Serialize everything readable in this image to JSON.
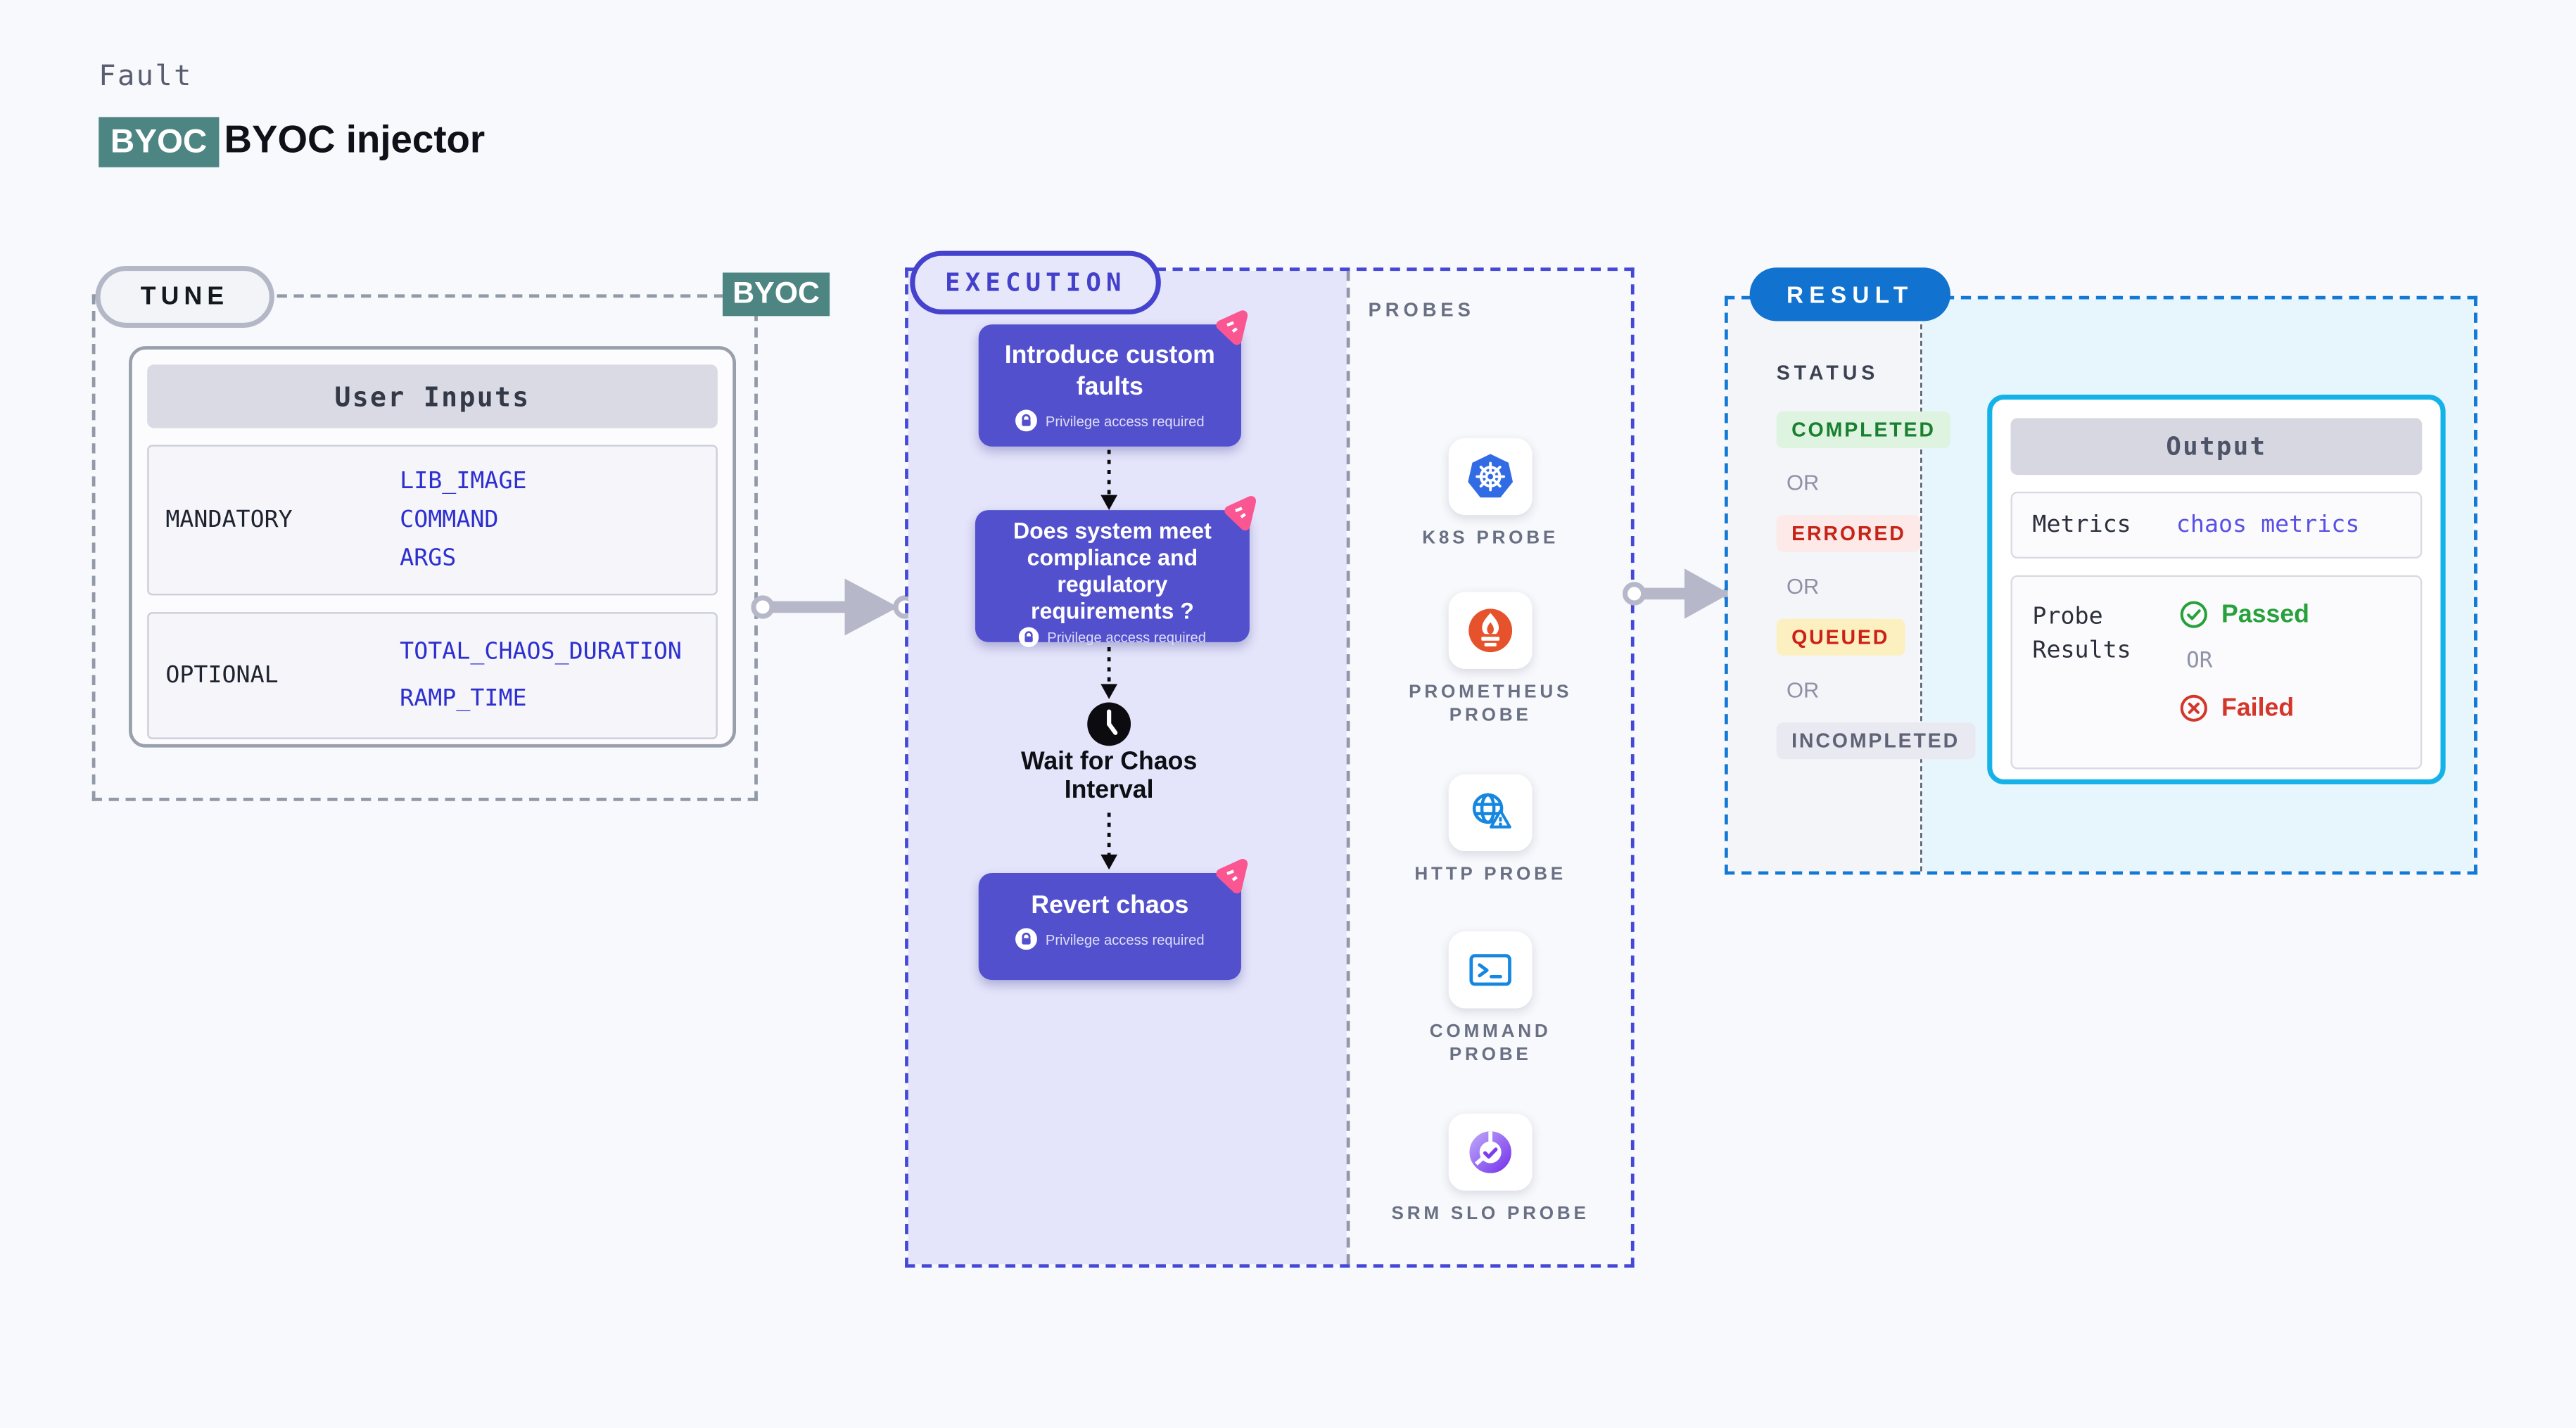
{
  "header": {
    "eyebrow": "Fault",
    "badge": "BYOC",
    "title": "BYOC injector"
  },
  "tune": {
    "pill": "TUNE",
    "corner_badge": "BYOC",
    "card": {
      "title": "User Inputs",
      "rows": [
        {
          "label": "MANDATORY",
          "params": [
            "LIB_IMAGE",
            "COMMAND",
            "ARGS"
          ]
        },
        {
          "label": "OPTIONAL",
          "params": [
            "TOTAL_CHAOS_DURATION",
            "RAMP_TIME"
          ]
        }
      ]
    }
  },
  "execution": {
    "pill": "EXECUTION",
    "nodes": [
      {
        "title": "Introduce custom faults",
        "note": "Privilege access required"
      },
      {
        "title": "Does system meet compliance and regulatory requirements ?",
        "note": "Privilege access required"
      },
      {
        "title": "Revert chaos",
        "note": "Privilege access required"
      }
    ],
    "wait_label": "Wait for Chaos Interval",
    "probes_title": "PROBES",
    "probes": [
      {
        "icon": "kubernetes-icon",
        "label": "K8S PROBE"
      },
      {
        "icon": "prometheus-icon",
        "label": "PROMETHEUS PROBE"
      },
      {
        "icon": "http-globe-icon",
        "label": "HTTP PROBE"
      },
      {
        "icon": "terminal-icon",
        "label": "COMMAND PROBE"
      },
      {
        "icon": "slo-donut-icon",
        "label": "SRM SLO PROBE"
      }
    ]
  },
  "result": {
    "pill": "RESULT",
    "status_title": "STATUS",
    "or_label": "OR",
    "statuses": [
      {
        "label": "COMPLETED",
        "bg": "#def3e0",
        "color": "#1a8030"
      },
      {
        "label": "ERRORED",
        "bg": "#fce9e8",
        "color": "#c62417"
      },
      {
        "label": "QUEUED",
        "bg": "#fdf0c0",
        "color": "#cc2017"
      },
      {
        "label": "INCOMPLETED",
        "bg": "#e9eaf1",
        "color": "#5f6377"
      }
    ],
    "output": {
      "title": "Output",
      "metrics_label": "Metrics",
      "metrics_value": "chaos metrics",
      "probe_results_label": "Probe Results",
      "passed": "Passed",
      "or": "OR",
      "failed": "Failed"
    }
  },
  "colors": {
    "page_bg": "#f8f9fc",
    "byoc_teal": "#4d8583",
    "node_purple": "#5250cd",
    "execution_indigo": "#4548d6",
    "execution_bg": "#e4e4fa",
    "chaos_pink": "#fa5792",
    "result_blue": "#1272d0",
    "output_border_cyan": "#15b2e9",
    "result_area_cyan": "#e7f6fc",
    "param_blue": "#2d2fd0",
    "kubernetes_blue": "#326ce5",
    "prometheus_orange": "#e6522c",
    "probe_icon_blue": "#1687e0",
    "slo_purple": "#7c3ded",
    "arrow_gray": "#b6b8c9",
    "passed_green": "#27a13b",
    "failed_red": "#d4362a"
  }
}
